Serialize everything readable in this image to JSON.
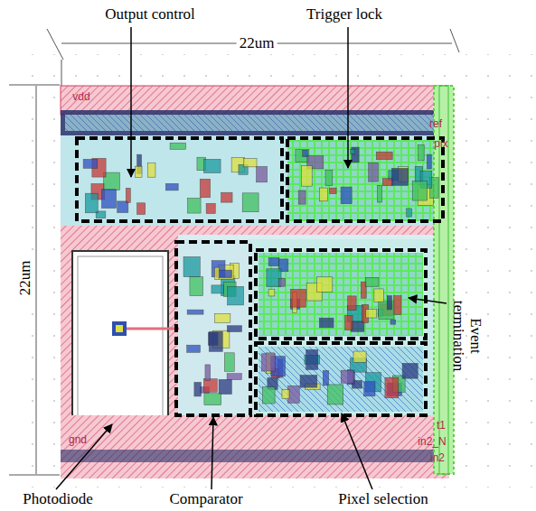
{
  "diagram": {
    "labels": [
      "Output control",
      "Trigger lock",
      "22um",
      "22um",
      "Event termination",
      "Photodiode",
      "Comparator",
      "Pixel selection",
      "vdd",
      "ref",
      "pix",
      "gnd",
      "t1",
      "in2_N",
      "in2"
    ]
  }
}
